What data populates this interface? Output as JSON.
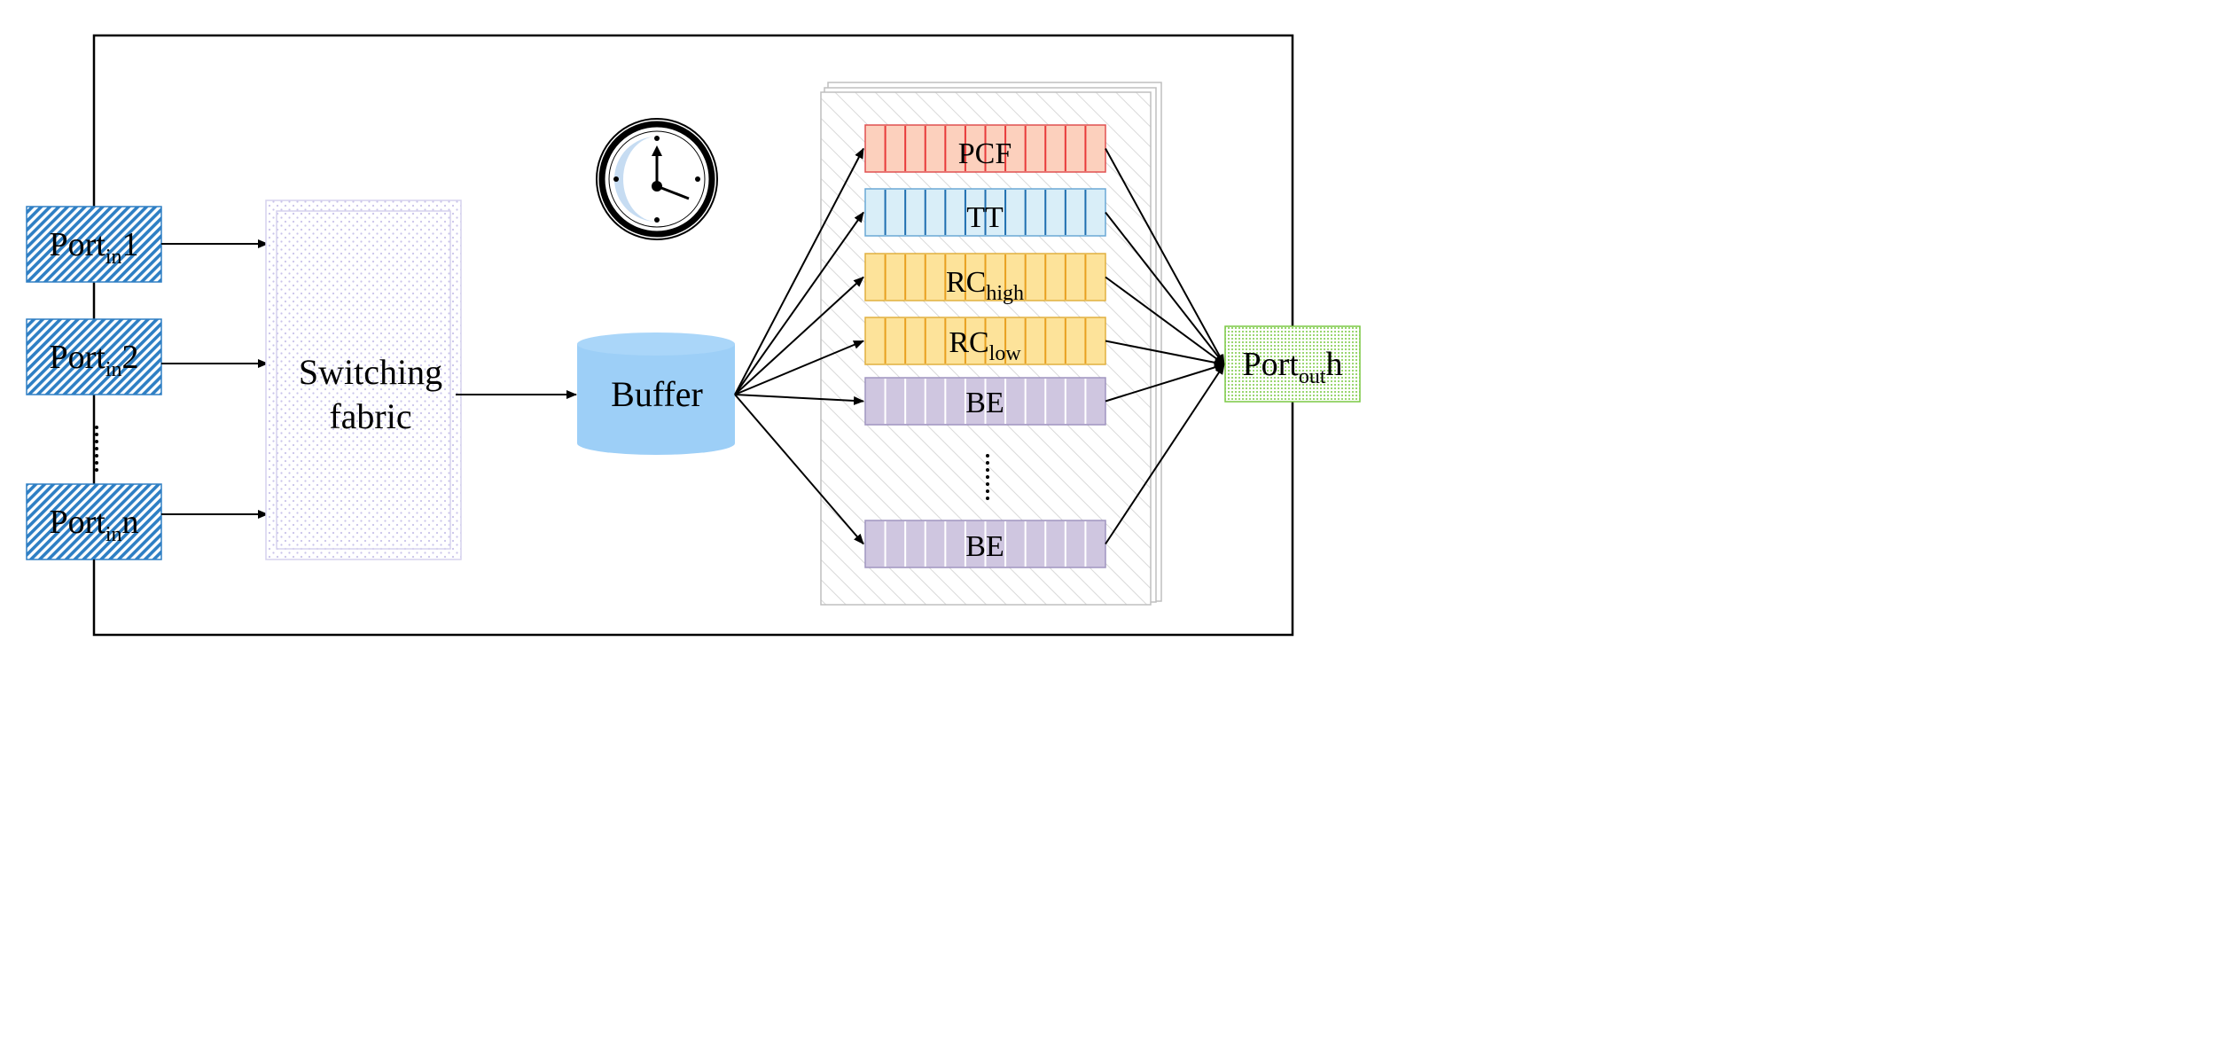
{
  "ports_in": [
    {
      "base": "Port",
      "sub": "in",
      "suffix": "1"
    },
    {
      "base": "Port",
      "sub": "in",
      "suffix": "2"
    },
    {
      "base": "Port",
      "sub": "in",
      "suffix": "n"
    }
  ],
  "switching_fabric": {
    "line1": "Switching",
    "line2": "fabric"
  },
  "buffer": {
    "label": "Buffer"
  },
  "queues": [
    {
      "base": "PCF",
      "sub": "",
      "fill": "#fcd0bd",
      "stripe": "#e83a3a",
      "border": "#e05050"
    },
    {
      "base": "TT",
      "sub": "",
      "fill": "#d9eef8",
      "stripe": "#1f6fb0",
      "border": "#6aa9d6"
    },
    {
      "base": "RC",
      "sub": "high",
      "fill": "#fde39a",
      "stripe": "#e8a020",
      "border": "#e0b040"
    },
    {
      "base": "RC",
      "sub": "low",
      "fill": "#fde39a",
      "stripe": "#e8a020",
      "border": "#e0b040"
    },
    {
      "base": "BE",
      "sub": "",
      "fill": "#cfc6e0",
      "stripe": "#ffffff",
      "border": "#a095c0"
    },
    {
      "base": "BE",
      "sub": "",
      "fill": "#cfc6e0",
      "stripe": "#ffffff",
      "border": "#a095c0"
    }
  ],
  "port_out": {
    "base": "Port",
    "sub": "out",
    "suffix": "h"
  },
  "colors": {
    "port_in_fill": "#2e7fc4",
    "port_out_fill": "#7ac943",
    "buffer_fill": "#9dcff7",
    "fabric_dot": "#c9c3ea"
  },
  "icons": {
    "clock": "clock-icon"
  }
}
